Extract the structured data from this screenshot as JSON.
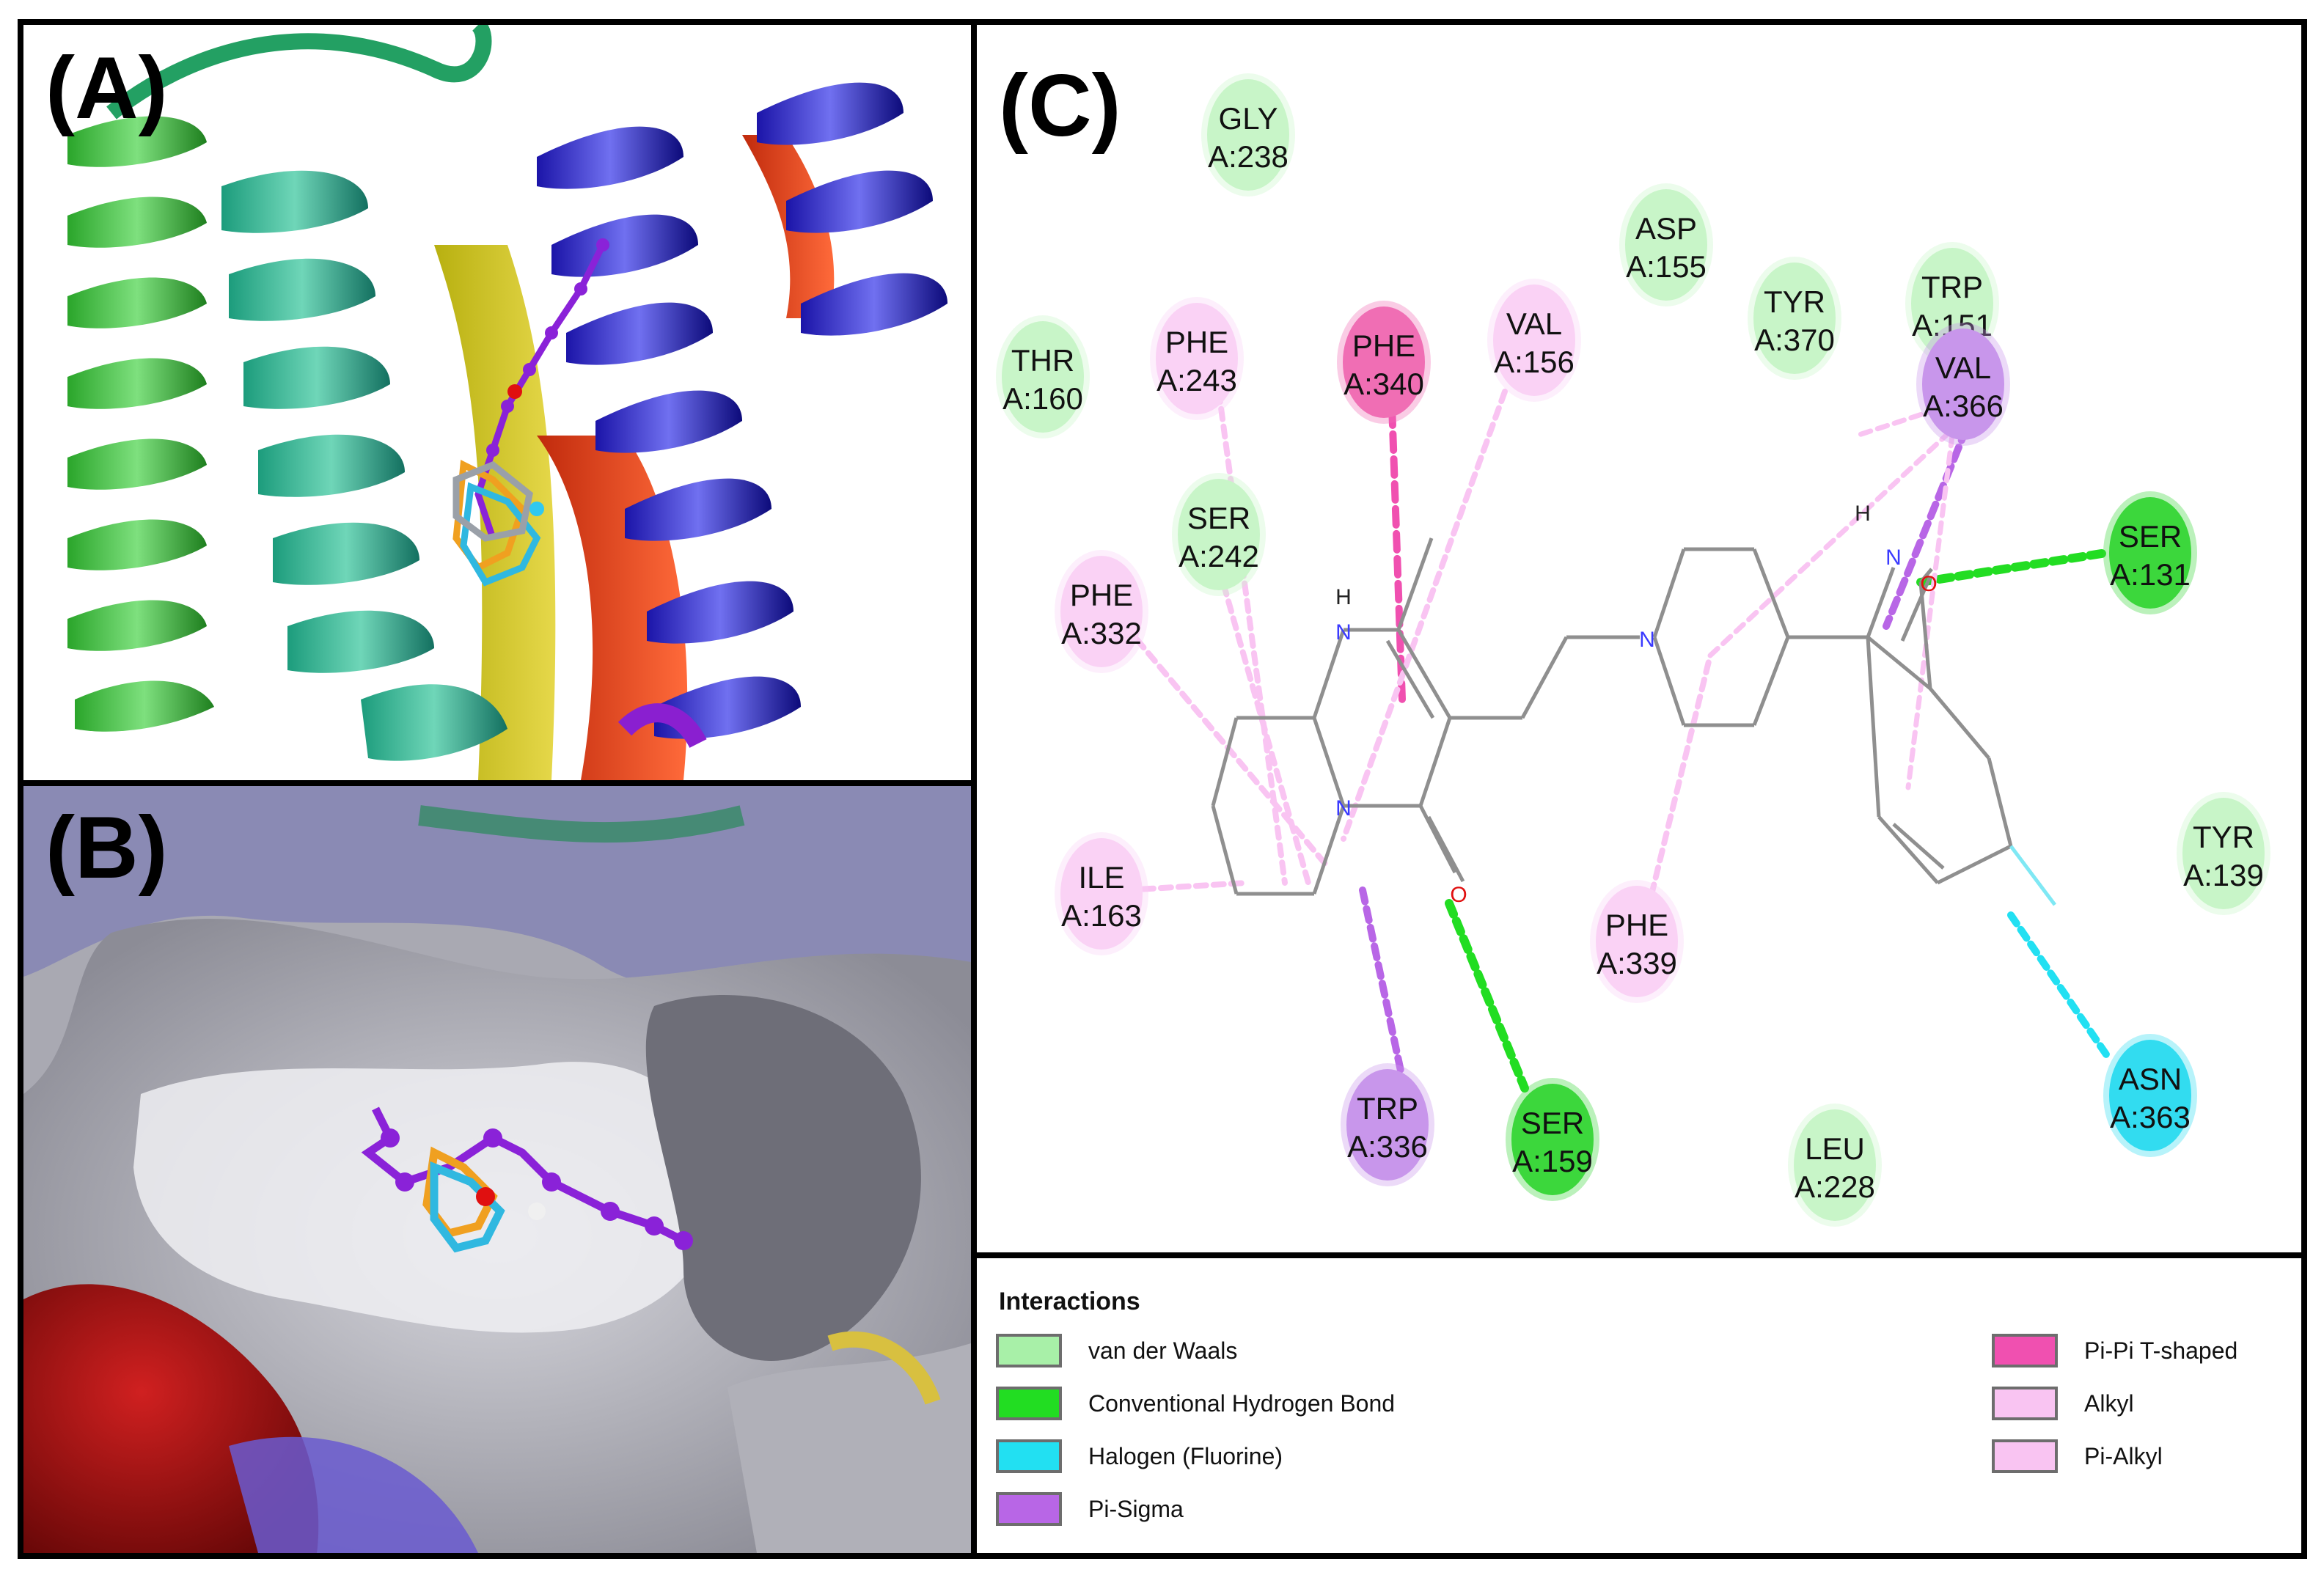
{
  "panels": {
    "a_label": "(A)",
    "b_label": "(B)",
    "c_label": "(C)"
  },
  "residues": [
    {
      "id": "gly238",
      "name": "GLY",
      "pos": "A:238",
      "type": "van der Waals",
      "color": "#c8f5c8"
    },
    {
      "id": "asp155",
      "name": "ASP",
      "pos": "A:155",
      "type": "van der Waals",
      "color": "#c8f5c8"
    },
    {
      "id": "tyr370",
      "name": "TYR",
      "pos": "A:370",
      "type": "van der Waals",
      "color": "#c8f5c8"
    },
    {
      "id": "trp151",
      "name": "TRP",
      "pos": "A:151",
      "type": "van der Waals",
      "color": "#c8f5c8"
    },
    {
      "id": "thr160",
      "name": "THR",
      "pos": "A:160",
      "type": "van der Waals",
      "color": "#c8f5c8"
    },
    {
      "id": "phe243",
      "name": "PHE",
      "pos": "A:243",
      "type": "Alkyl",
      "color": "#fad2f5"
    },
    {
      "id": "phe340",
      "name": "PHE",
      "pos": "A:340",
      "type": "Pi-Pi T-shaped",
      "color": "#f06eb4"
    },
    {
      "id": "val156",
      "name": "VAL",
      "pos": "A:156",
      "type": "Alkyl",
      "color": "#fad2f5"
    },
    {
      "id": "val366",
      "name": "VAL",
      "pos": "A:366",
      "type": "Pi-Sigma",
      "color": "#c896eb"
    },
    {
      "id": "ser242",
      "name": "SER",
      "pos": "A:242",
      "type": "van der Waals",
      "color": "#c8f5c8"
    },
    {
      "id": "ser131",
      "name": "SER",
      "pos": "A:131",
      "type": "Conventional Hydrogen Bond",
      "color": "#3cd73c"
    },
    {
      "id": "phe332",
      "name": "PHE",
      "pos": "A:332",
      "type": "Pi-Alkyl",
      "color": "#fad2f5"
    },
    {
      "id": "ile163",
      "name": "ILE",
      "pos": "A:163",
      "type": "Alkyl",
      "color": "#fad2f5"
    },
    {
      "id": "phe339",
      "name": "PHE",
      "pos": "A:339",
      "type": "Pi-Alkyl",
      "color": "#fad2f5"
    },
    {
      "id": "tyr139",
      "name": "TYR",
      "pos": "A:139",
      "type": "van der Waals",
      "color": "#c8f5c8"
    },
    {
      "id": "trp336",
      "name": "TRP",
      "pos": "A:336",
      "type": "Pi-Sigma",
      "color": "#c896eb"
    },
    {
      "id": "ser159",
      "name": "SER",
      "pos": "A:159",
      "type": "Conventional Hydrogen Bond",
      "color": "#3cd73c"
    },
    {
      "id": "leu228",
      "name": "LEU",
      "pos": "A:228",
      "type": "van der Waals",
      "color": "#c8f5c8"
    },
    {
      "id": "asn363",
      "name": "ASN",
      "pos": "A:363",
      "type": "Halogen (Fluorine)",
      "color": "#32dcf0"
    }
  ],
  "atom_labels": {
    "h1": "H",
    "n1": "N",
    "n2": "N",
    "o1": "O",
    "n3": "N",
    "h2": "H",
    "n4": "N",
    "o2": "O"
  },
  "legend": {
    "title": "Interactions",
    "items": [
      {
        "label": "van der Waals",
        "color": "#a8f0a8"
      },
      {
        "label": "Conventional Hydrogen Bond",
        "color": "#22dd22"
      },
      {
        "label": "Halogen (Fluorine)",
        "color": "#22e0f2"
      },
      {
        "label": "Pi-Sigma",
        "color": "#b866e6"
      },
      {
        "label": "Pi-Pi T-shaped",
        "color": "#f050b0"
      },
      {
        "label": "Alkyl",
        "color": "#f9c4f2"
      },
      {
        "label": "Pi-Alkyl",
        "color": "#f9c4f2"
      }
    ]
  }
}
